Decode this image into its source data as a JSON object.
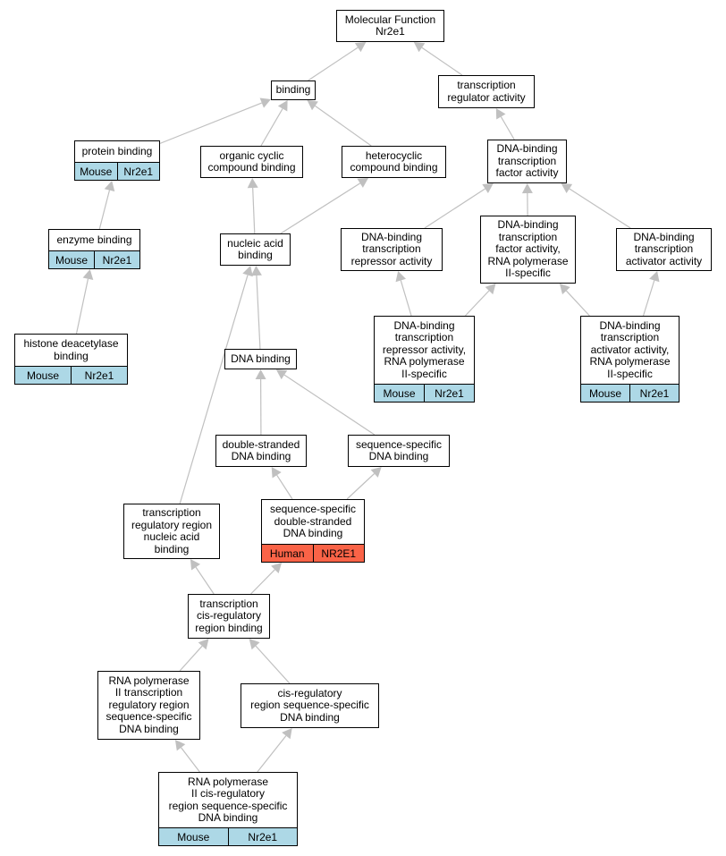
{
  "colors": {
    "mouse": "#add8e6",
    "human": "#fa6347",
    "edge": "#c0c0c0",
    "border": "#000000"
  },
  "nodes": {
    "mf": {
      "label": "Molecular Function\nNr2e1"
    },
    "bind": {
      "label": "binding"
    },
    "tra": {
      "label": "transcription\nregulator activity"
    },
    "pb": {
      "label": "protein binding",
      "tags": [
        "Mouse",
        "Nr2e1"
      ]
    },
    "occ": {
      "label": "organic cyclic\ncompound binding"
    },
    "het": {
      "label": "heterocyclic\ncompound binding"
    },
    "dtf": {
      "label": "DNA-binding\ntranscription\nfactor activity"
    },
    "eb": {
      "label": "enzyme binding",
      "tags": [
        "Mouse",
        "Nr2e1"
      ]
    },
    "nab": {
      "label": "nucleic acid\nbinding"
    },
    "rep": {
      "label": "DNA-binding\ntranscription\nrepressor activity"
    },
    "tf2": {
      "label": "DNA-binding\ntranscription\nfactor activity,\nRNA polymerase\nII-specific"
    },
    "act": {
      "label": "DNA-binding\ntranscription\nactivator activity"
    },
    "hdb": {
      "label": "histone deacetylase\nbinding",
      "tags": [
        "Mouse",
        "Nr2e1"
      ]
    },
    "rep2": {
      "label": "DNA-binding\ntranscription\nrepressor activity,\nRNA polymerase\nII-specific",
      "tags": [
        "Mouse",
        "Nr2e1"
      ]
    },
    "act2": {
      "label": "DNA-binding\ntranscription\nactivator activity,\nRNA polymerase\nII-specific",
      "tags": [
        "Mouse",
        "Nr2e1"
      ]
    },
    "dna": {
      "label": "DNA binding"
    },
    "ds": {
      "label": "double-stranded\nDNA binding"
    },
    "ss": {
      "label": "sequence-specific\nDNA binding"
    },
    "trr": {
      "label": "transcription\nregulatory region\nnucleic acid\nbinding"
    },
    "ssds": {
      "label": "sequence-specific\ndouble-stranded\nDNA binding",
      "tags": [
        "Human",
        "NR2E1"
      ],
      "highlight": true
    },
    "tcr": {
      "label": "transcription\ncis-regulatory\nregion binding"
    },
    "rna2": {
      "label": "RNA polymerase\nII transcription\nregulatory region\nsequence-specific\nDNA binding"
    },
    "cis": {
      "label": "cis-regulatory\nregion sequence-specific\nDNA binding"
    },
    "rnac": {
      "label": "RNA polymerase\nII cis-regulatory\nregion sequence-specific\nDNA binding",
      "tags": [
        "Mouse",
        "Nr2e1"
      ]
    }
  },
  "edges": [
    [
      "bind",
      "mf"
    ],
    [
      "tra",
      "mf"
    ],
    [
      "pb",
      "bind"
    ],
    [
      "occ",
      "bind"
    ],
    [
      "het",
      "bind"
    ],
    [
      "dtf",
      "tra"
    ],
    [
      "eb",
      "pb"
    ],
    [
      "hdb",
      "eb"
    ],
    [
      "nab",
      "occ"
    ],
    [
      "nab",
      "het"
    ],
    [
      "rep",
      "dtf"
    ],
    [
      "tf2",
      "dtf"
    ],
    [
      "act",
      "dtf"
    ],
    [
      "rep2",
      "rep"
    ],
    [
      "rep2",
      "tf2"
    ],
    [
      "act2",
      "tf2"
    ],
    [
      "act2",
      "act"
    ],
    [
      "dna",
      "nab"
    ],
    [
      "trr",
      "nab"
    ],
    [
      "ds",
      "dna"
    ],
    [
      "ss",
      "dna"
    ],
    [
      "ssds",
      "ds"
    ],
    [
      "ssds",
      "ss"
    ],
    [
      "tcr",
      "trr"
    ],
    [
      "tcr",
      "ssds"
    ],
    [
      "rna2",
      "tcr"
    ],
    [
      "cis",
      "tcr"
    ],
    [
      "rnac",
      "rna2"
    ],
    [
      "rnac",
      "cis"
    ]
  ]
}
